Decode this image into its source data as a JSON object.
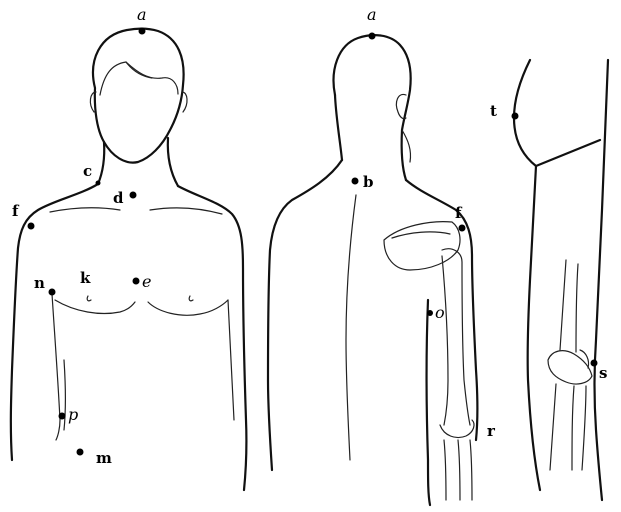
{
  "labels": {
    "front_a": "a",
    "front_c": "c",
    "front_d": "d",
    "front_f": "f",
    "front_n": "n",
    "front_k": "k",
    "front_e": "e",
    "front_p": "p",
    "front_m": "m",
    "back_a": "a",
    "back_b": "b",
    "back_f": "f",
    "back_o": "o",
    "back_r": "r",
    "side_t": "t",
    "side_s": "s"
  }
}
